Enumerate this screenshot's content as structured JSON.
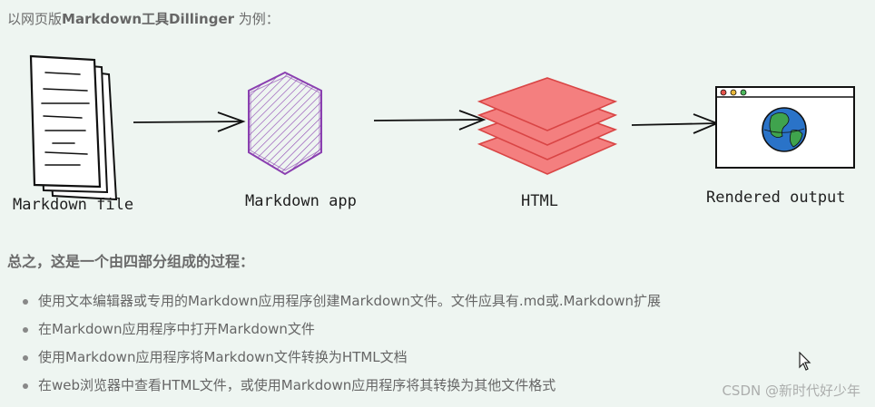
{
  "intro": {
    "prefix": "以网页版",
    "tool": "Markdown工具Dillinger",
    "suffix": " 为例："
  },
  "diagram": {
    "nodes": [
      {
        "id": "markdown-file",
        "label": "Markdown file"
      },
      {
        "id": "markdown-app",
        "label": "Markdown app"
      },
      {
        "id": "html",
        "label": "HTML"
      },
      {
        "id": "rendered-output",
        "label": "Rendered output"
      }
    ],
    "colors": {
      "app_stroke": "#8a3fb0",
      "html_fill": "#f47f7f",
      "html_stroke": "#d94545",
      "globe_blue": "#2a73c8",
      "globe_green": "#3fa34d",
      "dot_red": "#e5534b",
      "dot_yellow": "#e8b73a",
      "dot_green": "#4cb85c"
    }
  },
  "summary": "总之，这是一个由四部分组成的过程：",
  "steps": [
    "使用文本编辑器或专用的Markdown应用程序创建Markdown文件。文件应具有.md或.Markdown扩展",
    "在Markdown应用程序中打开Markdown文件",
    "使用Markdown应用程序将Markdown文件转换为HTML文档",
    "在web浏览器中查看HTML文件，或使用Markdown应用程序将其转换为其他文件格式"
  ],
  "watermark": "CSDN @新时代好少年"
}
